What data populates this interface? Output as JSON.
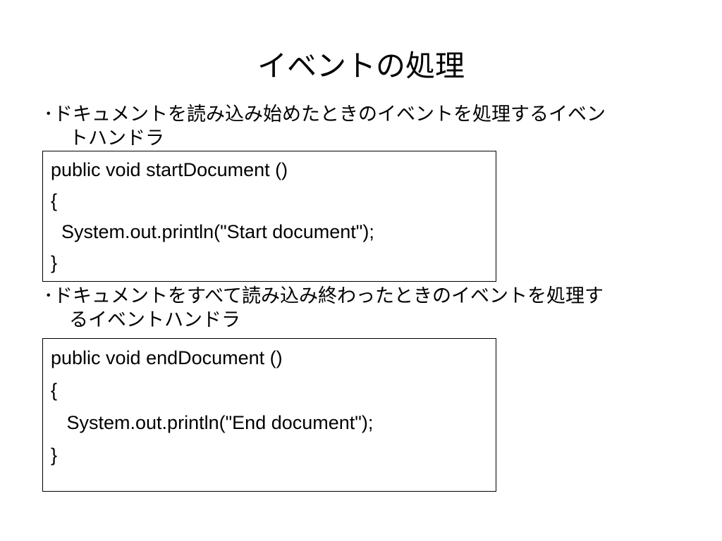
{
  "slide": {
    "title": "イベントの処理",
    "bullets": [
      {
        "marker": "･",
        "lines": [
          "ドキュメントを読み込み始めたときのイベントを処理するイベン",
          "トハンドラ"
        ],
        "code": [
          "public void startDocument ()",
          "{",
          "  System.out.println(\"Start document\");",
          "}"
        ]
      },
      {
        "marker": "･",
        "lines": [
          "ドキュメントをすべて読み込み終わったときのイベントを処理す",
          "るイベントハンドラ"
        ],
        "code": [
          "public void endDocument ()",
          "{",
          "   System.out.println(\"End document\");",
          "}"
        ]
      }
    ]
  }
}
